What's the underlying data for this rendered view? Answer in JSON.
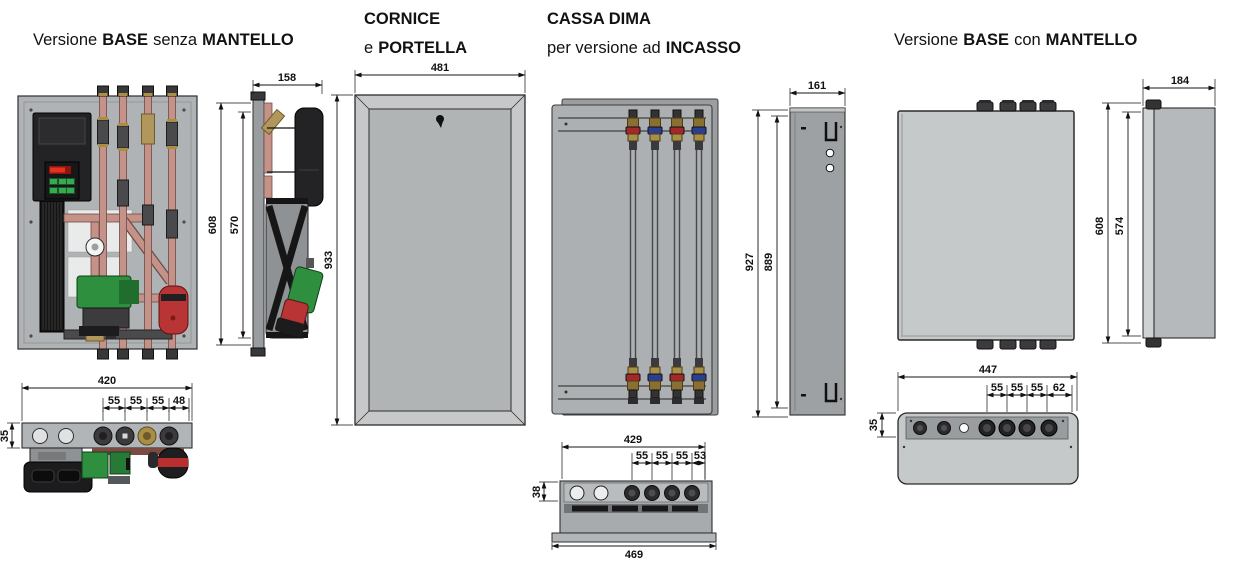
{
  "sections": {
    "base_no_mantle": {
      "title": {
        "t1": "Versione",
        "t2": "BASE",
        "t3": "senza",
        "t4": "MANTELLO"
      },
      "side_view": {
        "width": "158",
        "height_overall": "608",
        "height_fixing": "570"
      },
      "bottom_view": {
        "width_overall": "420",
        "pitch": [
          "55",
          "55",
          "55",
          "48"
        ],
        "plate_depth": "35"
      }
    },
    "cornice": {
      "title": {
        "t1": "CORNICE",
        "t2": "e",
        "t3": "PORTELLA"
      },
      "front_view": {
        "width": "481",
        "height": "933"
      }
    },
    "cassa_dima": {
      "title": {
        "t1": "CASSA DIMA",
        "t2": "per versione ad",
        "t3": "INCASSO"
      },
      "side_view": {
        "width": "161",
        "height_overall": "927",
        "height_inner": "889"
      },
      "bottom_view": {
        "width_inner": "429",
        "pitch": [
          "55",
          "55",
          "55",
          "53"
        ],
        "depth": "38",
        "width_overall": "469"
      }
    },
    "base_mantle": {
      "title": {
        "t1": "Versione",
        "t2": "BASE",
        "t3": "con",
        "t4": "MANTELLO"
      },
      "side_view": {
        "width": "184",
        "height_overall": "608",
        "height_casing": "574"
      },
      "bottom_view": {
        "width_overall": "447",
        "pitch": [
          "55",
          "55",
          "55",
          "62"
        ],
        "plate_depth": "35"
      }
    }
  },
  "colors": {
    "panel_gray": "#b0b3b5",
    "casing_gray": "#c6c9ca",
    "copper_pipe": "#c49288",
    "brass_fitting": "#a98e45",
    "pump_green": "#2e8f3e",
    "pump_red": "#b93434",
    "valve_red": "#a3282a",
    "valve_blue": "#2a3f8f",
    "dimension_line": "#141414"
  }
}
